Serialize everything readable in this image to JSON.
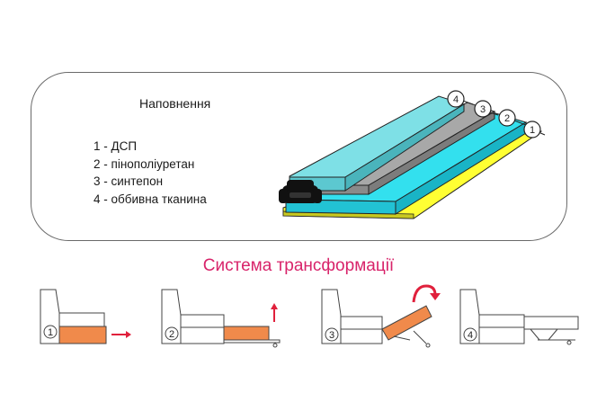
{
  "filling": {
    "title": "Наповнення",
    "layers": [
      {
        "number": "1",
        "label": "1 - ДСП",
        "color": "#ffff33"
      },
      {
        "number": "2",
        "label": "2 - пінополіуретан",
        "color": "#33e0ee"
      },
      {
        "number": "3",
        "label": "3 - синтепон",
        "color": "#a8a8a8"
      },
      {
        "number": "4",
        "label": "4 - оббивна тканина",
        "color": "#7ee0e6"
      }
    ]
  },
  "transformation": {
    "title": "Система трансформації",
    "steps": [
      {
        "number": "1",
        "arrow": "arrow-right-icon"
      },
      {
        "number": "2",
        "arrow": "arrow-up-icon"
      },
      {
        "number": "3",
        "arrow": "curved-arrow-icon"
      },
      {
        "number": "4",
        "arrow": ""
      }
    ],
    "seat_color": "#f08a4b",
    "arrow_color": "#e0203c"
  }
}
